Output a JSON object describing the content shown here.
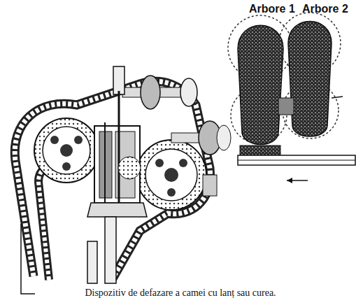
{
  "diagram": {
    "caption": "Dispozitiv de defazare a camei cu lanț sau curea.",
    "labels": [
      "Arbore 1",
      "Arbore 2"
    ]
  }
}
